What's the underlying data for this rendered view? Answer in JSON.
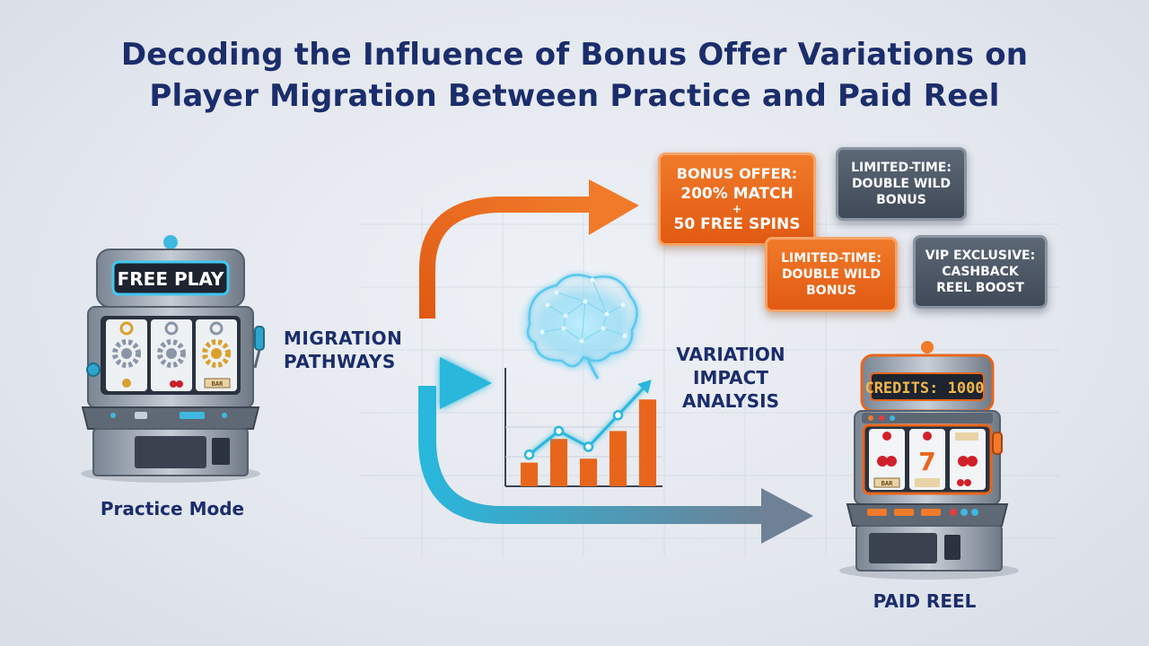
{
  "title": {
    "line1": "Decoding the Influence of Bonus Offer Variations on",
    "line2": "Player Migration Between Practice and Paid Reel"
  },
  "practice_machine": {
    "sign": "FREE PLAY",
    "reel_label": "BAR",
    "label": "Practice Mode"
  },
  "paid_machine": {
    "credits_label": "CREDITS:",
    "credits_value": "1000",
    "reel_label": "BAR",
    "seven": "7",
    "label": "PAID REEL"
  },
  "pathways": {
    "line1": "MIGRATION",
    "line2": "PATHWAYS"
  },
  "analysis": {
    "line1": "VARIATION",
    "line2": "IMPACT",
    "line3": "ANALYSIS"
  },
  "offers": [
    {
      "line1": "BONUS OFFER:",
      "line2": "200% MATCH",
      "line3": "+",
      "line4": "50 FREE SPINS"
    },
    {
      "line1": "LIMITED-TIME:",
      "line2": "DOUBLE WILD",
      "line3": "BONUS"
    },
    {
      "line1": "LIMITED-TIME:",
      "line2": "DOUBLE WILD",
      "line3": "BONUS"
    },
    {
      "line1": "VIP EXCLUSIVE:",
      "line2": "CASHBACK",
      "line3": "REEL BOOST"
    }
  ],
  "colors": {
    "navy": "#1b2d6b",
    "orange": "#e8661c",
    "teal": "#29b7dc",
    "slate": "#6e8196"
  },
  "chart_data": {
    "type": "bar",
    "bar_values": [
      3,
      6,
      3.5,
      7,
      11
    ],
    "line_values": [
      4,
      7,
      5,
      9,
      13
    ],
    "ylim": [
      0,
      15
    ]
  }
}
